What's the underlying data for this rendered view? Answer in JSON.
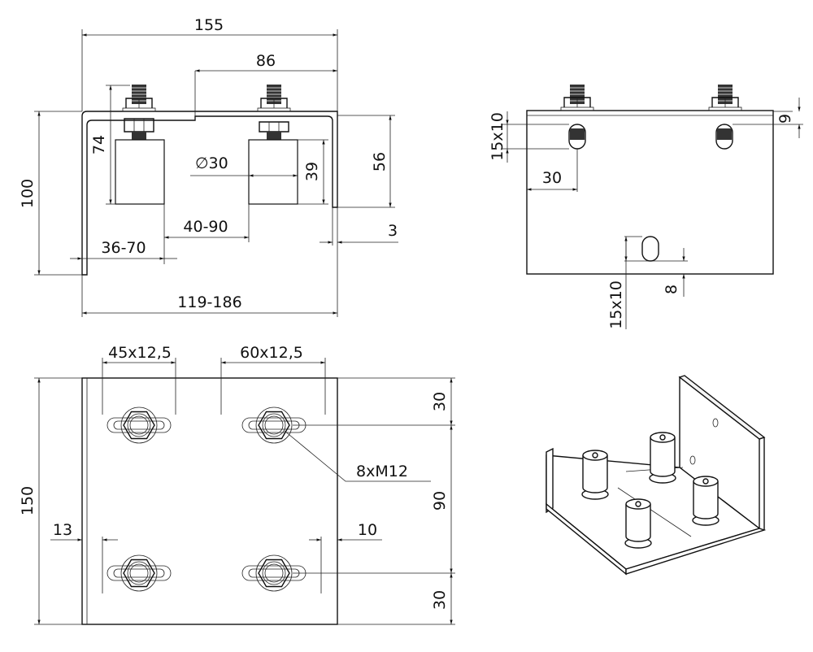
{
  "front_view": {
    "width_total": "155",
    "width_upper": "86",
    "height_total": "100",
    "bolt_height": "74",
    "roller_diameter": "∅30",
    "roller_height": "39",
    "leg_height": "56",
    "thickness": "3",
    "roller_spacing": "40-90",
    "side_gap": "36-70",
    "width_range": "119-186"
  },
  "side_view": {
    "slot_upper": "15x10",
    "slot_offset": "30",
    "edge_offset": "9",
    "bottom_offset": "8",
    "slot_lower": "15x10"
  },
  "plan_view": {
    "slot_left": "45x12,5",
    "slot_right": "60x12,5",
    "length_total": "150",
    "edge_left": "13",
    "edge_right": "10",
    "top_margin": "30",
    "bolt_spacing": "90",
    "bottom_margin": "30",
    "bolts": "8xM12"
  },
  "colors": {
    "line": "#111111",
    "background": "#ffffff"
  }
}
